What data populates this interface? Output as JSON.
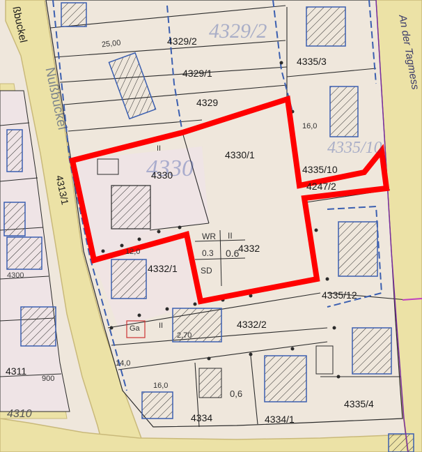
{
  "map": {
    "colors": {
      "paper": "#efe7dc",
      "street": "#ece2a6",
      "street_edge": "#c9b97a",
      "boundary": "#ff0000",
      "parcel_line": "#2b2b2b",
      "building_outline": "#3b5fb0",
      "purple_line": "#7a2ea0"
    },
    "streets": {
      "left": "Nußbuckel",
      "top_left_fragment": "ßbuckel",
      "right": "An der Tagmess"
    },
    "parcels": {
      "p4329_2": "4329/2",
      "p4329_1": "4329/1",
      "p4329": "4329",
      "p4335_3": "4335/3",
      "p4330_1": "4330/1",
      "p4330": "4330",
      "p4335_10": "4335/10",
      "p4247_2": "4247/2",
      "p4313_1": "4313/1",
      "p4332": "4332",
      "p4332_1": "4332/1",
      "p4335_12": "4335/12",
      "p4332_2": "4332/2",
      "p4311": "4311",
      "p4310": "4310",
      "p4334": "4334",
      "p4334_1": "4334/1",
      "p4335_4": "4335/4",
      "p4300": "4300"
    },
    "zoning": {
      "area": "WR",
      "floors": "II",
      "grz": "0.3",
      "gfz": "0.6",
      "roof": "SD"
    },
    "misc": {
      "ga": "Ga",
      "ii_a": "II",
      "ii_b": "II",
      "v25": "25,00",
      "v16a": "16,0",
      "v16b": "16,0",
      "v12": "12,0",
      "v14": "14,0",
      "v270": "2,70",
      "v900": "900",
      "v06": "0,6"
    }
  }
}
